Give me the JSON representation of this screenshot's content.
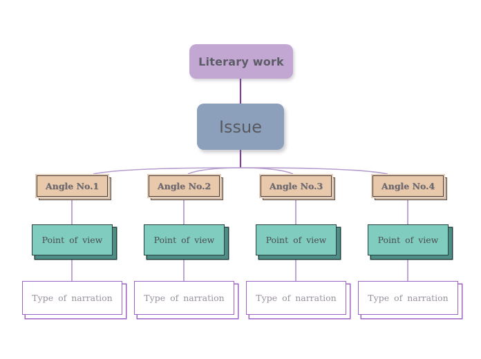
{
  "diagram": {
    "type": "hierarchy-tree",
    "title_node": {
      "label": "Literary work"
    },
    "level2": {
      "label": "Issue"
    },
    "columns": [
      {
        "angle": "Angle No.1",
        "point_of_view": "Point  of  view",
        "type_of_narration": "Type  of  narration"
      },
      {
        "angle": "Angle No.2",
        "point_of_view": "Point  of  view",
        "type_of_narration": "Type  of  narration"
      },
      {
        "angle": "Angle No.3",
        "point_of_view": "Point  of  view",
        "type_of_narration": "Type  of  narration"
      },
      {
        "angle": "Angle No.4",
        "point_of_view": "Point  of  view",
        "type_of_narration": "Type  of  narration"
      }
    ],
    "colors": {
      "root_fill": "#c3a7d3",
      "issue_fill": "#8ca0bb",
      "angle_fill": "#e9c9ab",
      "angle_border": "#4a3b34",
      "pov_fill": "#80ccbf",
      "pov_border": "#23403c",
      "narration_fill": "#ffffff",
      "narration_border": "#9c61c4",
      "connector_light": "#b49ccd",
      "connector_dark": "#7a3f96",
      "background": "#ffffff"
    }
  }
}
